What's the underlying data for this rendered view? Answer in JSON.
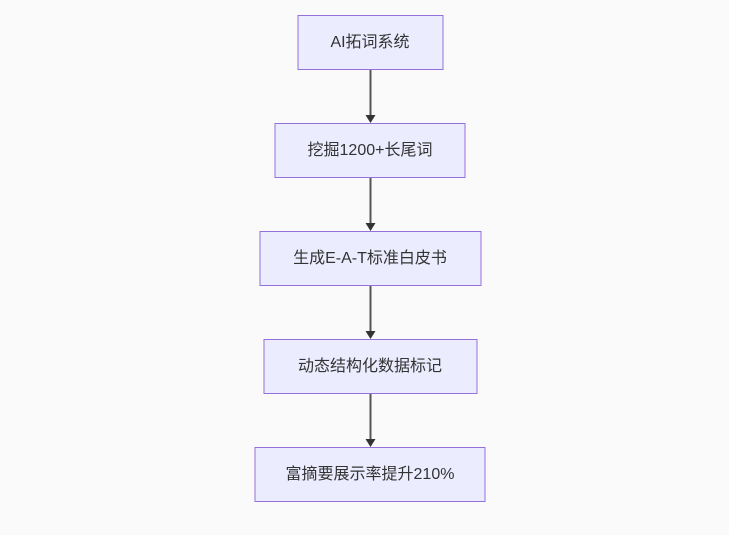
{
  "diagram": {
    "type": "flowchart",
    "direction": "top-down",
    "colors": {
      "background": "#fafafa",
      "node_fill": "#ECECFF",
      "node_border": "#9370DB",
      "text_color": "#333333",
      "edge_color": "#555555",
      "arrowhead_color": "#333333"
    },
    "steps": [
      {
        "label": "AI拓词系统"
      },
      {
        "label": "挖掘1200+长尾词"
      },
      {
        "label": "生成E-A-T标准白皮书"
      },
      {
        "label": "动态结构化数据标记"
      },
      {
        "label": "富摘要展示率提升210%"
      }
    ],
    "edges": [
      {
        "from": 0,
        "to": 1
      },
      {
        "from": 1,
        "to": 2
      },
      {
        "from": 2,
        "to": 3
      },
      {
        "from": 3,
        "to": 4
      }
    ]
  }
}
